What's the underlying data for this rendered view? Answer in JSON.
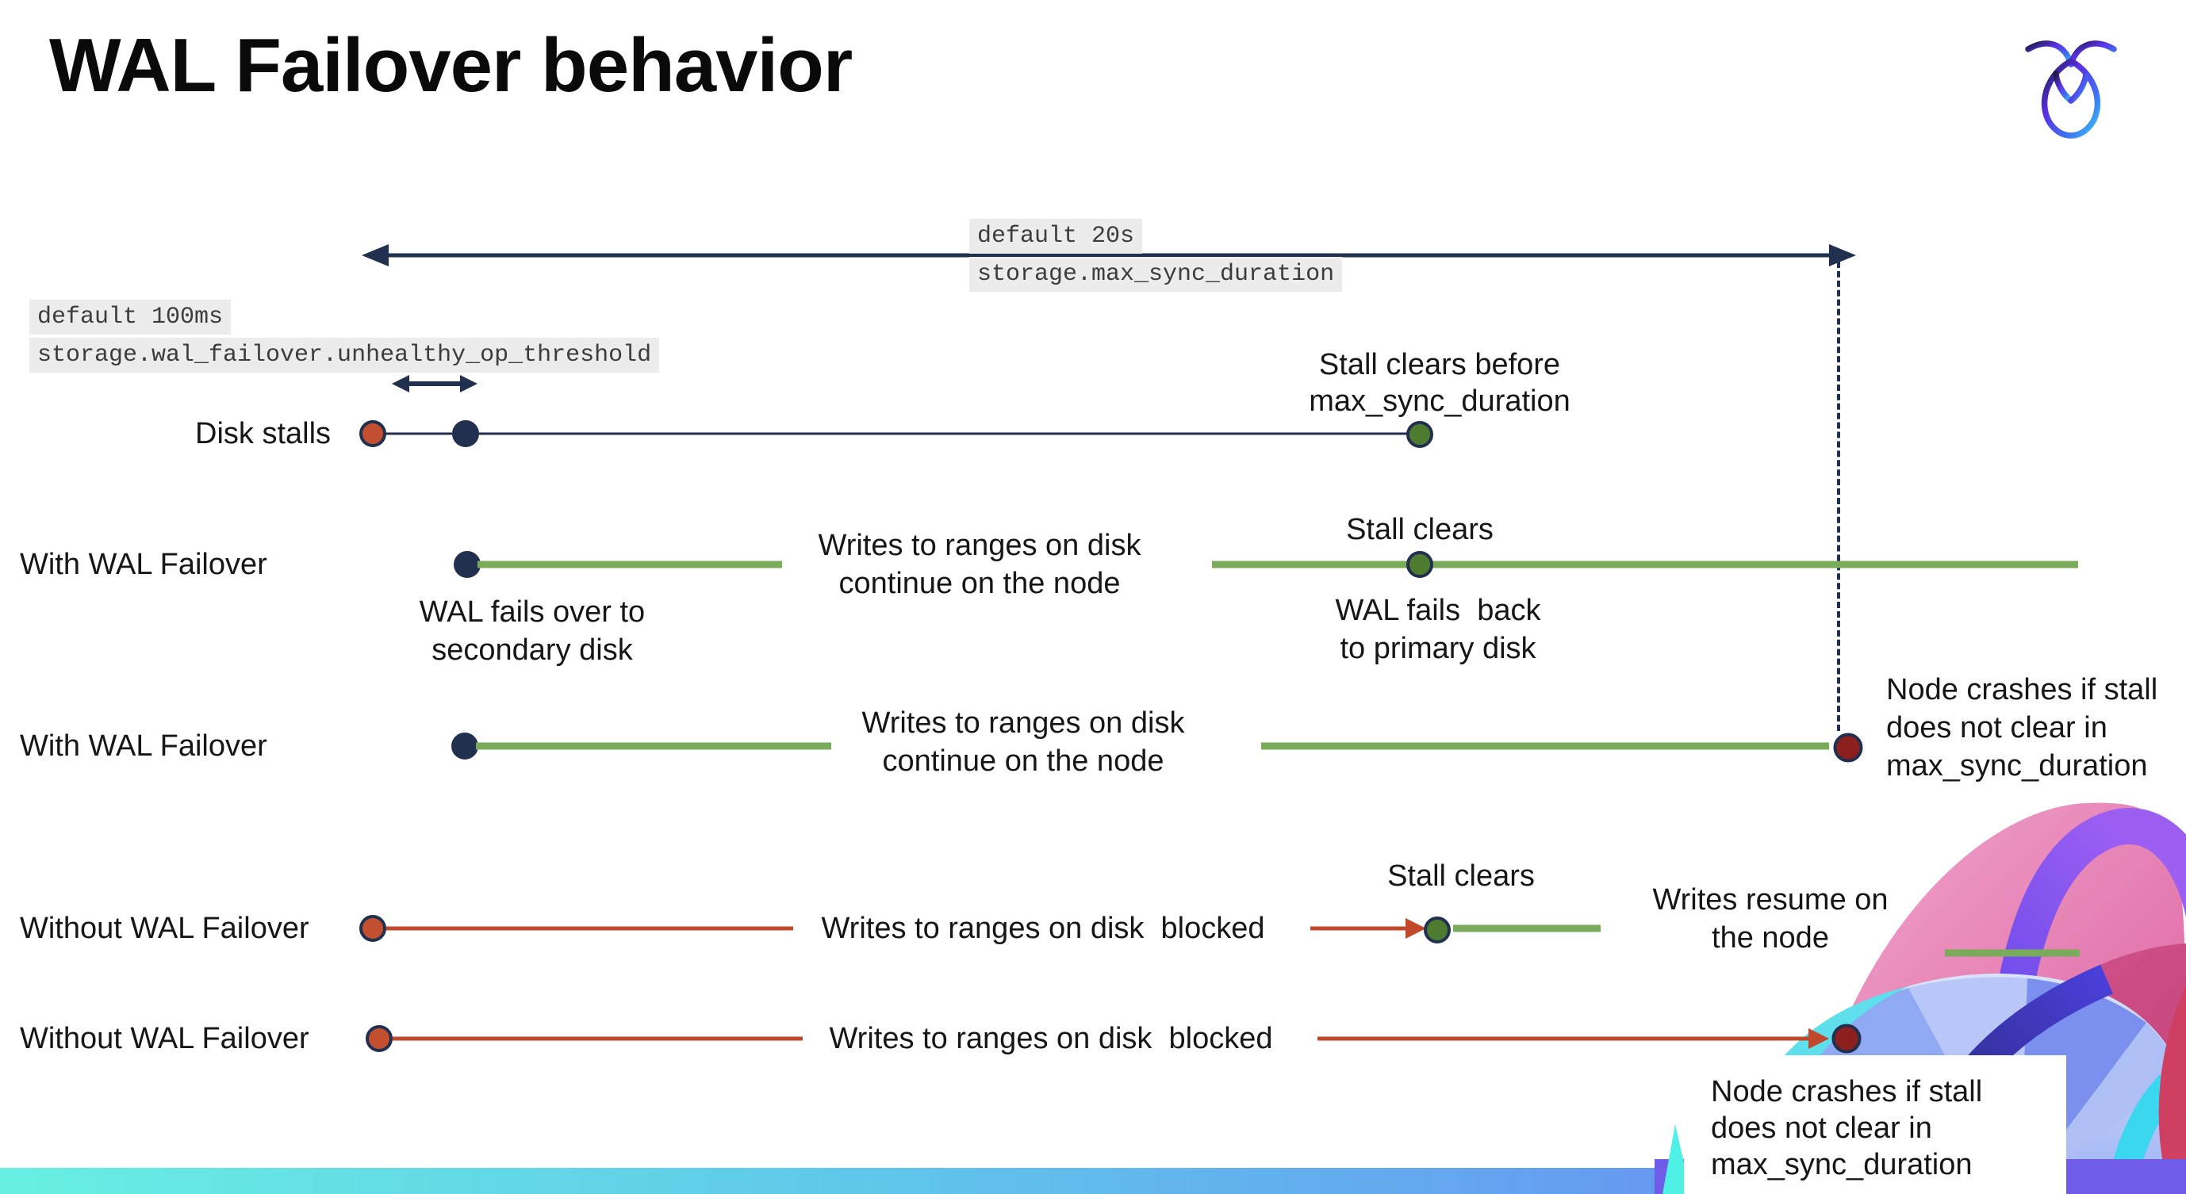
{
  "title": "WAL Failover behavior",
  "config_labels": {
    "max_sync_duration": {
      "default_value": "default 20s",
      "setting": "storage.max_sync_duration"
    },
    "unhealthy_op_threshold": {
      "default_value": "default 100ms",
      "setting": "storage.wal_failover.unhealthy_op_threshold"
    }
  },
  "rows": {
    "disk_stalls": {
      "label": "Disk stalls",
      "annotation": "Stall clears before\nmax_sync_duration"
    },
    "with_wal_failover_1": {
      "label": "With WAL Failover",
      "writes_note": "Writes to ranges on disk\ncontinue on the node",
      "stall_clears": "Stall clears",
      "failover_note": "WAL fails over to\nsecondary disk",
      "failback_note": "WAL fails  back\nto primary disk"
    },
    "with_wal_failover_2": {
      "label": "With WAL Failover",
      "writes_note": "Writes to ranges on disk\ncontinue on the node",
      "crash_note": "Node crashes if stall\ndoes not clear in\nmax_sync_duration"
    },
    "without_wal_failover_1": {
      "label": "Without WAL Failover",
      "writes_note": "Writes to ranges on disk  blocked",
      "stall_clears": "Stall clears",
      "resume_note": "Writes resume on\nthe node"
    },
    "without_wal_failover_2": {
      "label": "Without WAL Failover",
      "writes_note": "Writes to ranges on disk  blocked",
      "crash_note": "Node crashes if stall\ndoes not clear in\nmax_sync_duration"
    }
  },
  "colors": {
    "navy": "#22304f",
    "green_line": "#7aab5b",
    "green_dot": "#4d7c31",
    "orange_red_dot": "#c14f30",
    "dark_red_dot": "#8e1f1f",
    "red_line": "#c0482b",
    "code_label_bg": "#ececec",
    "bottom_bar_start": "#68efe2",
    "bottom_bar_end": "#6a6cee"
  },
  "icons": {
    "logo": "cockroachdb-logo"
  }
}
